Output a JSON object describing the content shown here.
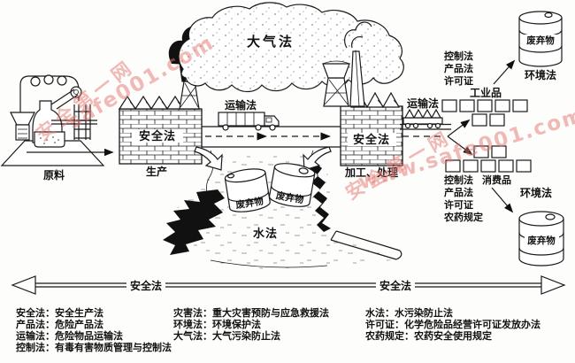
{
  "watermark": {
    "left_cn": "安全第一网",
    "left_en": "safe001.com",
    "right_cn": "安全第一网",
    "right_en": "www.safe001.com"
  },
  "diagram": {
    "atmosphere_law": "大气法",
    "transport_law_left": "运输法",
    "transport_law_right": "运输法",
    "safety_law_wall_left": "安全法",
    "safety_law_wall_right": "安全法",
    "stage_raw_material": "原料",
    "stage_production": "生产",
    "stage_processing": "加工、处理",
    "water_law": "水法",
    "waste_barrel_water_1": "废弃物",
    "waste_barrel_water_2": "废弃物",
    "waste_barrel_top": "废弃物",
    "waste_barrel_bottom": "废弃物",
    "environment_law_top": "环境法",
    "environment_law_bottom": "环境法",
    "industrial": {
      "title": "工业品",
      "laws": [
        "控制法",
        "产品法",
        "许可证"
      ]
    },
    "consumer": {
      "title": "消费品",
      "laws": [
        "控制法",
        "产品法",
        "许可证",
        "农药规定"
      ]
    },
    "axis": {
      "left": "安全法",
      "right": "安全法"
    }
  },
  "legend": {
    "col1": [
      "安全法：安全生产法",
      "产品法：危险产品法",
      "运输法：危险物品运输法",
      "控制法：有毒有害物质管理与控制法"
    ],
    "col2": [
      "灾害法：重大灾害预防与应急救援法",
      "环境法：环境保护法",
      "大气法：大气污染防止法"
    ],
    "col3": [
      "水法：水污染防止法",
      "许可证：化学危险品经营许可证发放办法",
      "农药规定：农药安全使用规定"
    ]
  }
}
